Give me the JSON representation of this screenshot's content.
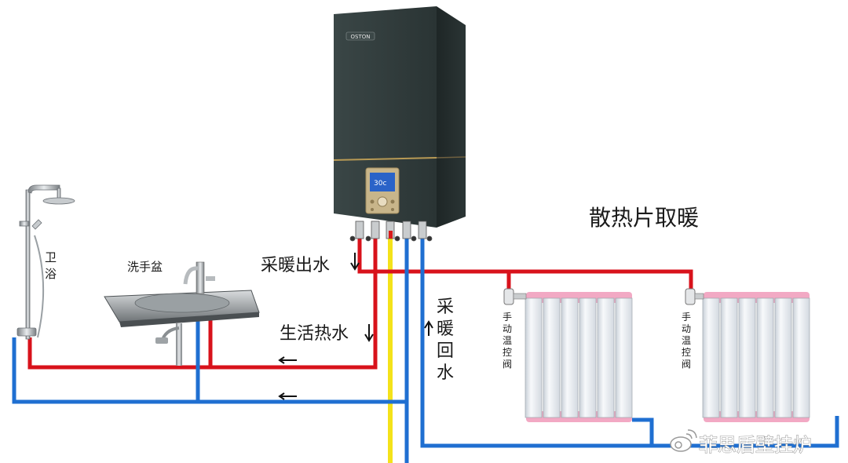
{
  "labels": {
    "heating_out": "采暖出水",
    "domestic_hot": "生活热水",
    "heating_return": [
      "采",
      "暖",
      "回",
      "水"
    ],
    "radiator_heating": "散热片取暖",
    "basin": "洗手盆",
    "bath": [
      "卫",
      "浴"
    ],
    "valve": [
      "手",
      "动",
      "温",
      "控",
      "阀"
    ],
    "brand": "OSTON",
    "display": "30c",
    "watermark": "菲思盾壁挂炉"
  },
  "colors": {
    "hot_pipe": "#d8121b",
    "cold_pipe": "#1f6fd1",
    "gas_pipe": "#f4e21a",
    "boiler_body": "#2f3a3a",
    "radiator_pink": "#f2a9c4",
    "radiator_body": "#eef1f4"
  },
  "icons": [
    "shower-icon",
    "sink-icon",
    "boiler-icon",
    "radiator-icon",
    "valve-icon",
    "weibo-icon"
  ]
}
